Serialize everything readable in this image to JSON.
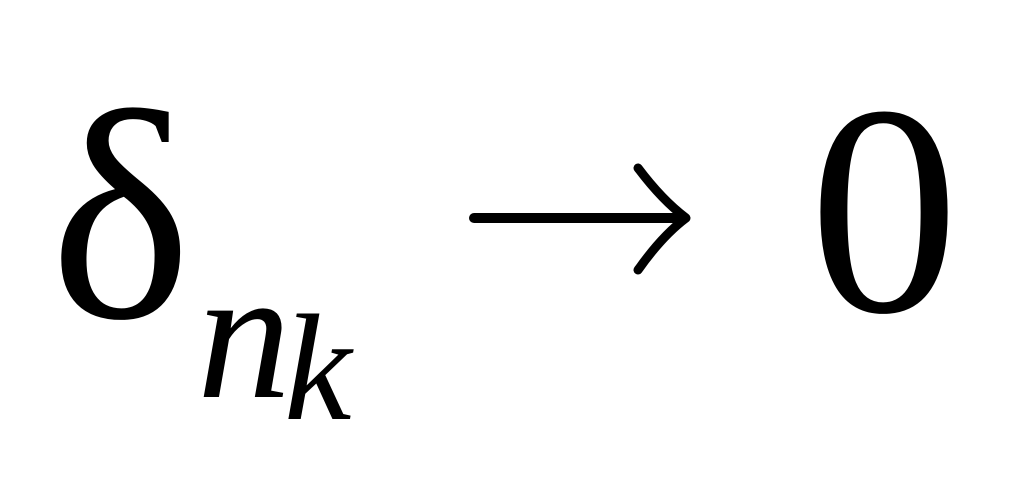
{
  "formula": {
    "base_symbol": "δ",
    "subscript_variable": "n",
    "sub_subscript_variable": "k",
    "relation_symbol": "→",
    "limit_value": "0"
  }
}
